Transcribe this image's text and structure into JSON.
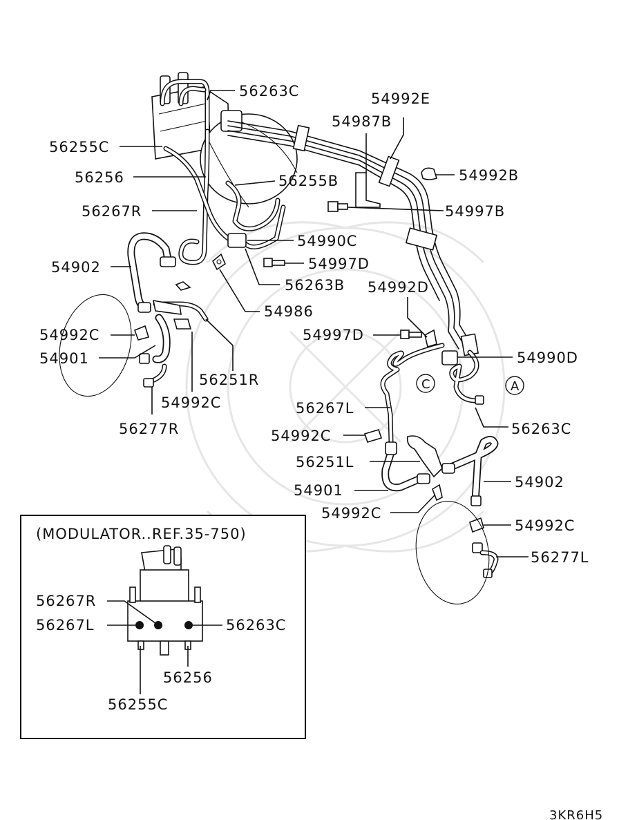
{
  "labels": {
    "l_56263C_top": "56263C",
    "l_54992E": "54992E",
    "l_54987B": "54987B",
    "l_56255C": "56255C",
    "l_56256": "56256",
    "l_56255B": "56255B",
    "l_54992B": "54992B",
    "l_56267R": "56267R",
    "l_54997B": "54997B",
    "l_54990C": "54990C",
    "l_54902_left": "54902",
    "l_54997D_a": "54997D",
    "l_56263B": "56263B",
    "l_54992D": "54992D",
    "l_54986": "54986",
    "l_54992C_a": "54992C",
    "l_54997D_b": "54997D",
    "l_54901_left": "54901",
    "l_54990D": "54990D",
    "l_56251R": "56251R",
    "l_54992C_b": "54992C",
    "l_56267L": "56267L",
    "l_56263C_right": "56263C",
    "l_56277R": "56277R",
    "l_54992C_c": "54992C",
    "l_56251L": "56251L",
    "l_54902_right": "54902",
    "l_54901_right": "54901",
    "l_54992C_d": "54992C",
    "l_54992C_e": "54992C",
    "l_56277L": "56277L"
  },
  "markers": {
    "c": "C",
    "a": "A"
  },
  "inset": {
    "title": "(MODULATOR..REF.35-750)",
    "l_56267R": "56267R",
    "l_56267L": "56267L",
    "l_56263C": "56263C",
    "l_56256": "56256",
    "l_56255C": "56255C"
  },
  "code": "3KR6H5"
}
